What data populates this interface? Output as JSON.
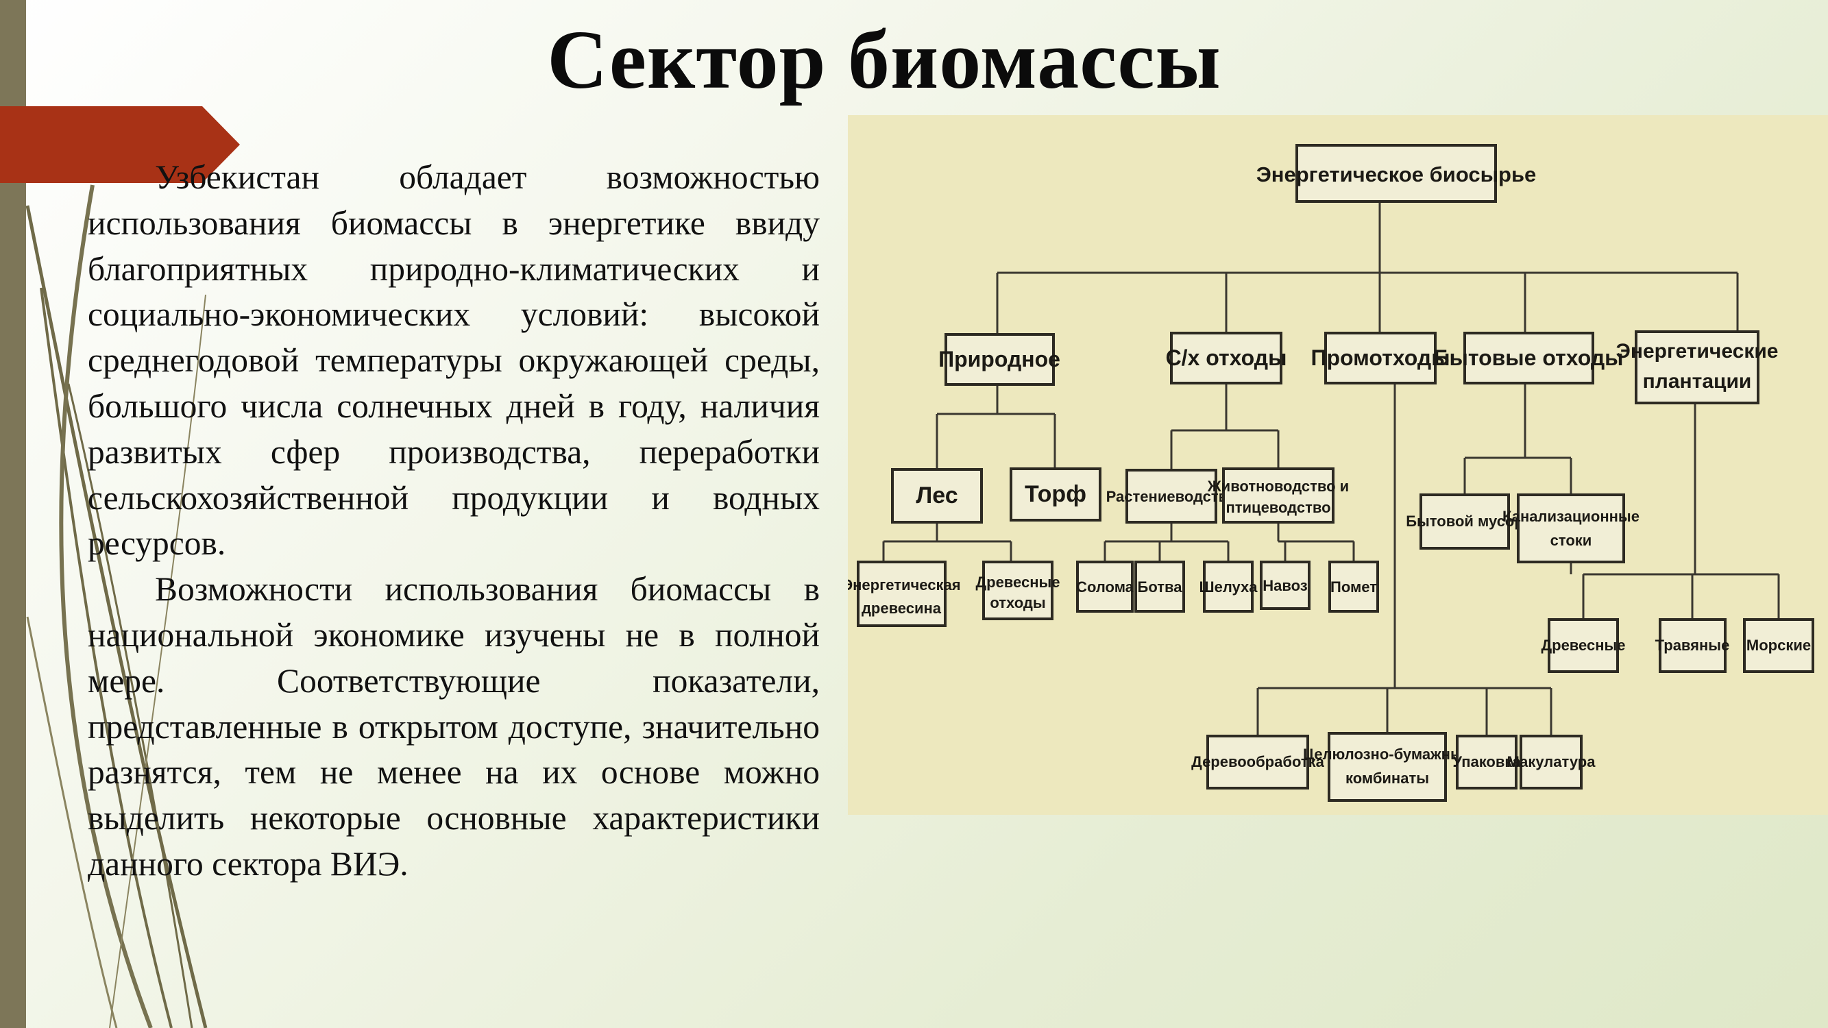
{
  "slide": {
    "title": "Сектор биомассы",
    "paragraphs": [
      "Узбекистан обладает возможностью использования биомассы в энергетике ввиду благоприятных природно-климатических и социально-экономических условий: высокой среднегодовой температуры окружающей среды, большого числа солнечных дней в году, наличия развитых сфер производства, переработки сельскохозяйственной продукции и водных ресурсов.",
      "Возможности использования биомассы в национальной экономике изучены не в полной мере. Соответствующие показатели, представленные в открытом доступе, значительно разнятся, тем не менее на их основе можно выделить некоторые основные характеристики данного сектора ВИЭ."
    ]
  },
  "diagram": {
    "root": "Энергетическое биосырье",
    "categories": {
      "natural": "Природное",
      "agri_waste": "С/х отходы",
      "industrial_waste": "Промотходы",
      "household_waste": "Бытовые отходы",
      "energy_plantations": [
        "Энергетические",
        "плантации"
      ]
    },
    "natural_children": {
      "forest": "Лес",
      "peat": "Торф"
    },
    "forest_children": {
      "energy_wood": [
        "Энергетическая",
        "древесина"
      ],
      "wood_waste": [
        "Древесные",
        "отходы"
      ]
    },
    "agri_children": {
      "crop": "Растениеводство",
      "livestock": [
        "Животноводство и",
        "птицеводство"
      ]
    },
    "crop_children": {
      "straw": "Солома",
      "tops": "Ботва",
      "husk": "Шелуха"
    },
    "livestock_children": {
      "manure": "Навоз",
      "droppings": "Помет"
    },
    "household_children": {
      "garbage": "Бытовой мусор",
      "sewage": [
        "Канализационные",
        "стоки"
      ]
    },
    "plantation_children": {
      "wood": "Древесные",
      "grass": "Травяные",
      "sea": "Морские"
    },
    "industrial_children": {
      "woodworking": "Деревообработка",
      "pulp": [
        "Целюлозно-бумажные",
        "комбинаты"
      ],
      "packaging": "Упаковка",
      "waste_paper": "Макулатура"
    }
  },
  "colors": {
    "accent_red": "#a83216",
    "left_bar": "#7d7658",
    "diagram_bg": "#ede8be"
  }
}
